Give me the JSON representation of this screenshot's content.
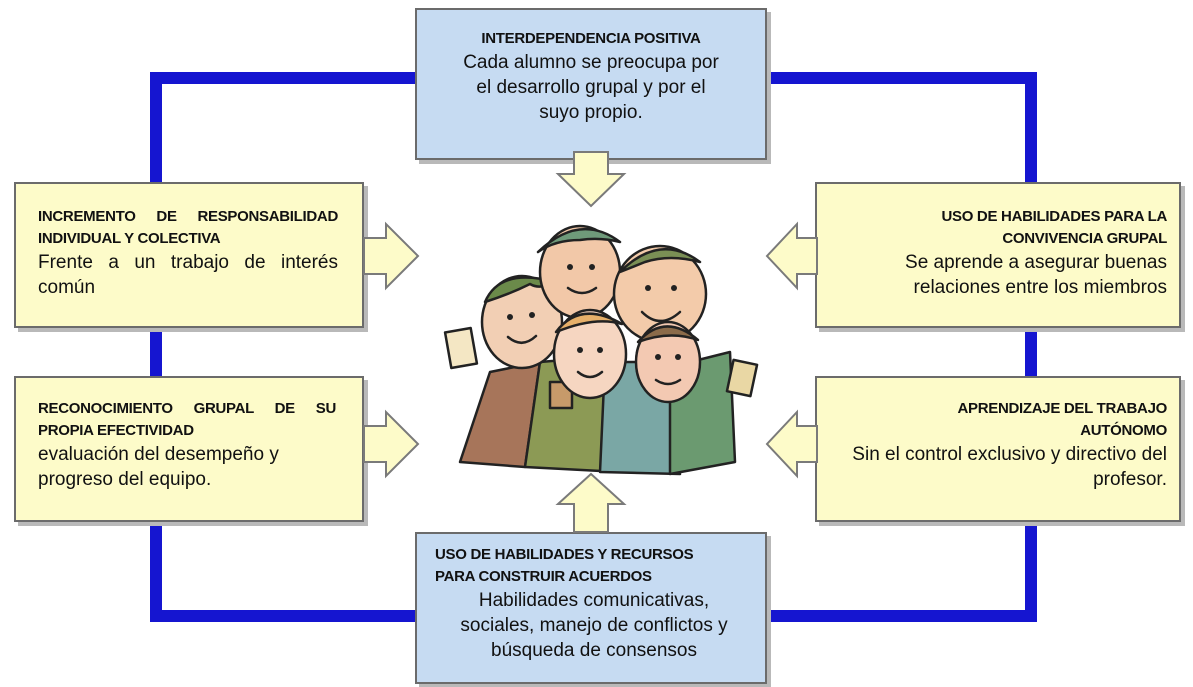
{
  "diagram": {
    "top": {
      "title": "INTERDEPENDENCIA POSITIVA",
      "body": "Cada alumno se preocupa por el desarrollo grupal y por el suyo propio."
    },
    "left_top": {
      "title": "INCREMENTO DE RESPONSABILIDAD INDIVIDUAL Y COLECTIVA",
      "body": "Frente a un trabajo de interés común"
    },
    "left_bottom": {
      "title": "RECONOCIMIENTO GRUPAL DE SU PROPIA EFECTIVIDAD",
      "body": "evaluación del desempeño y progreso del equipo."
    },
    "right_top": {
      "title": "USO DE HABILIDADES PARA LA CONVIVENCIA GRUPAL",
      "body": "Se aprende a asegurar buenas relaciones entre los miembros"
    },
    "right_bottom": {
      "title": "APRENDIZAJE DEL TRABAJO AUTÓNOMO",
      "body": "Sin el control exclusivo y directivo del profesor."
    },
    "bottom": {
      "title": "USO DE HABILIDADES Y RECURSOS PARA CONSTRUIR ACUERDOS",
      "body": "Habilidades comunicativas, sociales, manejo de conflictos y búsqueda de consensos"
    },
    "center_image": "cartoon-group-of-people"
  },
  "colors": {
    "frame": "#1515d0",
    "yellow_box": "#fdfbc9",
    "blue_box": "#c6dbf2",
    "arrow_fill": "#fdfbc9",
    "arrow_stroke": "#7a7a7a"
  }
}
